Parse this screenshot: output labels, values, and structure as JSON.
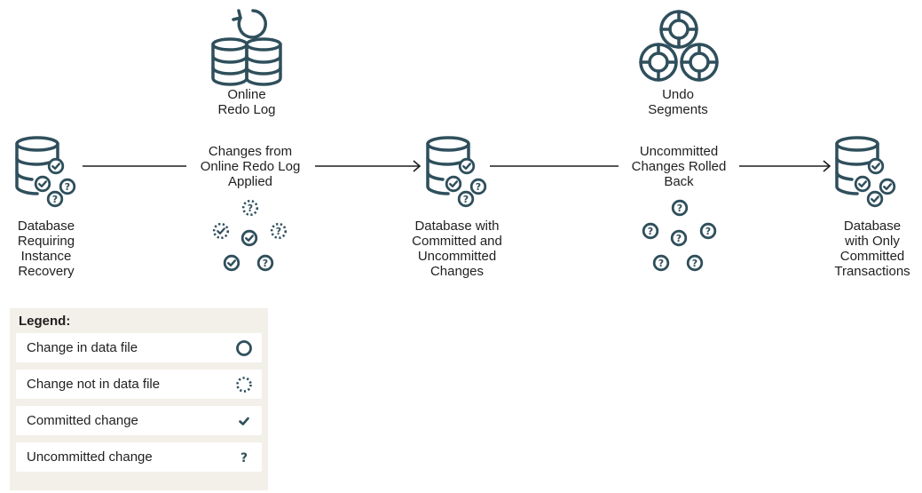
{
  "colors": {
    "icon": "#2f4f5c",
    "line": "#1f1f1f"
  },
  "nodes": {
    "db_start": "Database\nRequiring\nInstance\nRecovery",
    "redo_log": "Online\nRedo Log",
    "step_roll_forward": "Changes from\nOnline Redo Log\nApplied",
    "db_middle": "Database with\nCommitted and\nUncommitted\nChanges",
    "undo": "Undo\nSegments",
    "step_roll_back": "Uncommitted\nChanges Rolled\nBack",
    "db_end": "Database\nwith Only\nCommitted\nTransactions"
  },
  "legend": {
    "title": "Legend:",
    "items": [
      {
        "label": "Change in data file",
        "symbol": "circle-solid-icon"
      },
      {
        "label": "Change not in data file",
        "symbol": "circle-dotted-icon"
      },
      {
        "label": "Committed change",
        "symbol": "checkmark-icon"
      },
      {
        "label": "Uncommitted change",
        "symbol": "question-icon"
      }
    ]
  }
}
